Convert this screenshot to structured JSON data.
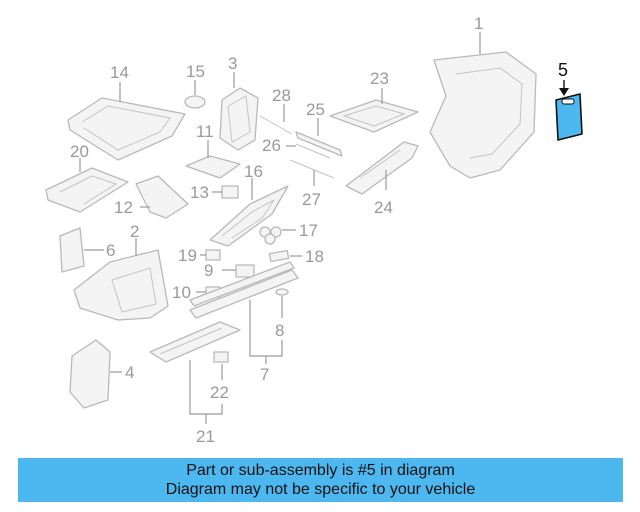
{
  "diagram": {
    "highlighted_part": "5",
    "highlight_color": "#4db8f0",
    "part_numbers": [
      "1",
      "2",
      "3",
      "4",
      "5",
      "6",
      "7",
      "8",
      "9",
      "10",
      "11",
      "12",
      "13",
      "14",
      "15",
      "16",
      "17",
      "18",
      "19",
      "20",
      "21",
      "22",
      "23",
      "24",
      "25",
      "26",
      "27",
      "28"
    ]
  },
  "caption": {
    "line1": "Part or sub-assembly is #5 in diagram",
    "line2": "Diagram may not be specific to your vehicle"
  }
}
